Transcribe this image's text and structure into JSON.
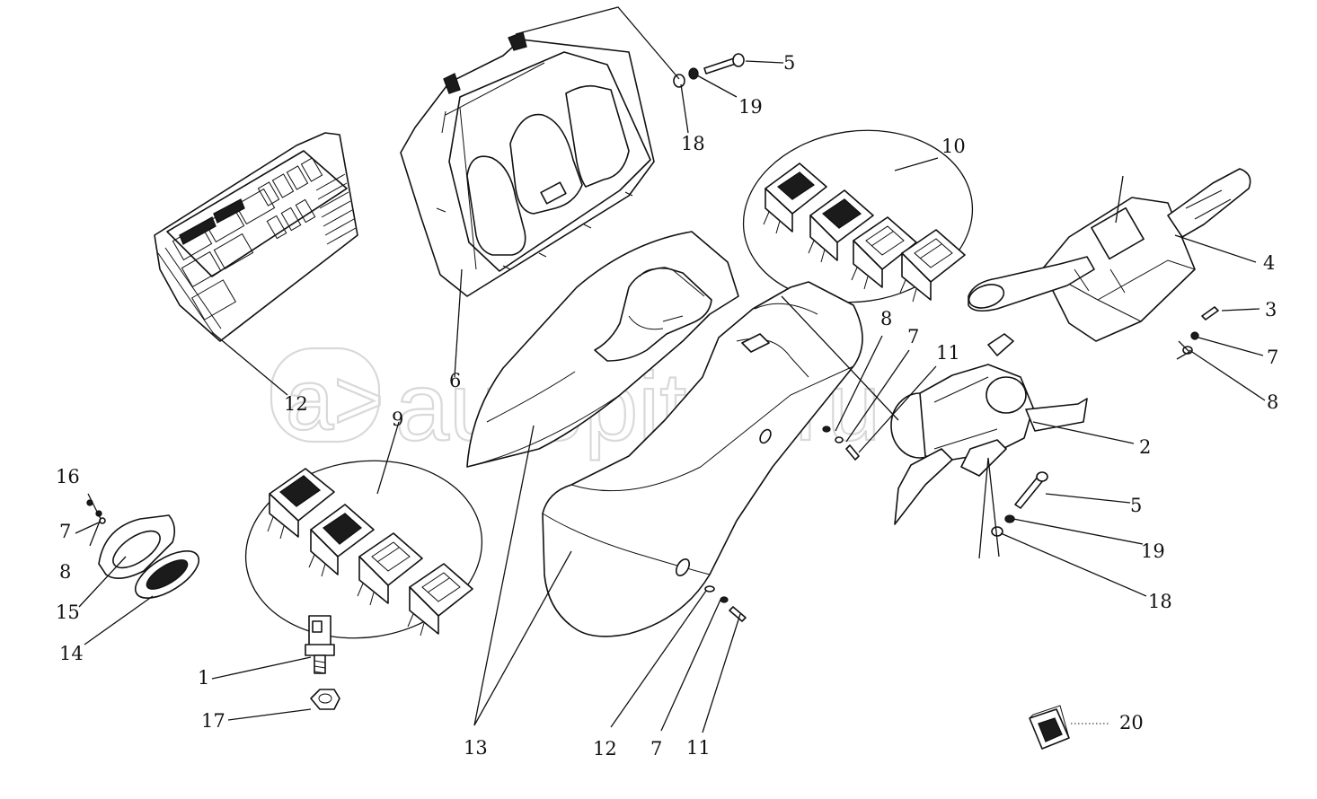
{
  "watermark": "autopiter.ru",
  "callouts": {
    "c1": "1",
    "c2": "2",
    "c3": "3",
    "c4": "4",
    "c5a": "5",
    "c5b": "5",
    "c6": "6",
    "c7a": "7",
    "c7b": "7",
    "c7c": "7",
    "c7d": "7",
    "c8a": "8",
    "c8b": "8",
    "c8c": "8",
    "c9": "9",
    "c10": "10",
    "c11a": "11",
    "c11b": "11",
    "c12a": "12",
    "c12b": "12",
    "c13": "13",
    "c14": "14",
    "c15": "15",
    "c16": "16",
    "c17": "17",
    "c18a": "18",
    "c18b": "18",
    "c19a": "19",
    "c19b": "19",
    "c20": "20"
  }
}
